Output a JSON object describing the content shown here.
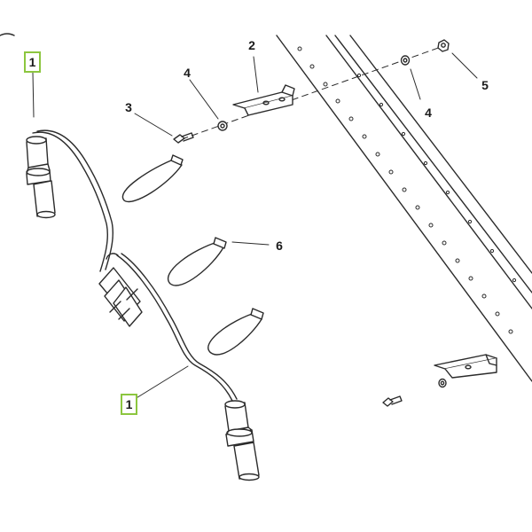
{
  "callouts": {
    "c1_top": "1",
    "c1_bottom": "1",
    "c2": "2",
    "c3": "3",
    "c4_left": "4",
    "c4_right": "4",
    "c5": "5",
    "c6": "6"
  },
  "colors": {
    "line": "#2b2b2b",
    "callout_box": "#8cc63f",
    "panel": "#ffffff"
  }
}
